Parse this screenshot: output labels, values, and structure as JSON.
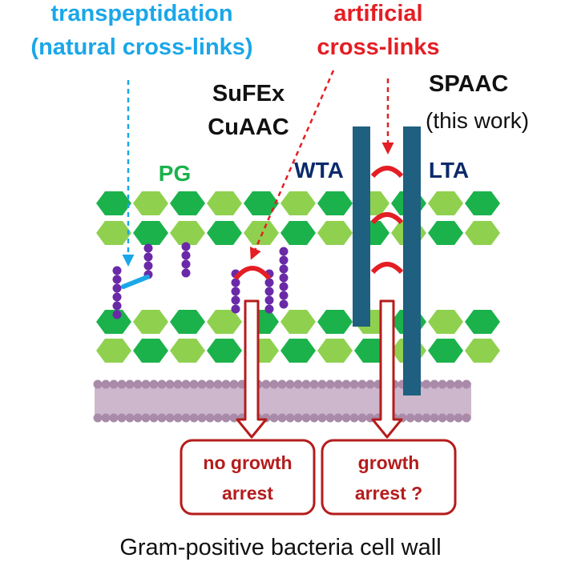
{
  "labels": {
    "transpeptidation_line1": "transpeptidation",
    "transpeptidation_line2": "(natural cross-links)",
    "artificial_line1": "artificial",
    "artificial_line2": "cross-links",
    "sufex": "SuFEx",
    "cuaac": "CuAAC",
    "spaac": "SPAAC",
    "this_work": "(this work)",
    "pg": "PG",
    "wta": "WTA",
    "lta": "LTA",
    "box_left_line1": "no growth",
    "box_left_line2": "arrest",
    "box_right_line1": "growth",
    "box_right_line2": "arrest ?",
    "caption": "Gram-positive bacteria cell wall"
  },
  "colors": {
    "blue": "#1aa7e8",
    "red": "#e31e24",
    "dark_red": "#b51c1c",
    "green": "#1bb24c",
    "light_green": "#8fd14f",
    "navy": "#0b2a6b",
    "teal_bar": "#1f5f7f",
    "purple": "#6a2aa8",
    "membrane": "#a98aa8"
  }
}
